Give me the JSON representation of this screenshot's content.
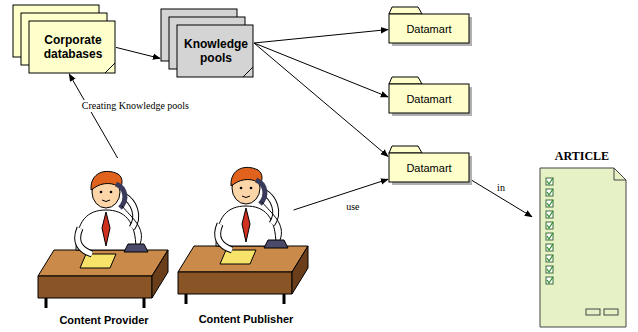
{
  "diagram": {
    "nodes": [
      {
        "text": [
          "Corporate databases"
        ]
      },
      {
        "text": [
          "Knowledge pools"
        ]
      },
      {
        "text": [
          "Datamart"
        ]
      },
      {
        "text": [
          "Datamart"
        ]
      },
      {
        "text": [
          "Datamart"
        ]
      },
      {
        "text": [
          "ARTICLE"
        ]
      },
      {
        "text": [
          "Content Provider"
        ]
      },
      {
        "text": [
          "Content Publisher"
        ]
      }
    ],
    "edges": [
      {
        "from": 0,
        "to": 1,
        "arrow": "to"
      },
      {
        "from": 1,
        "to": 2,
        "arrow": "to"
      },
      {
        "from": 1,
        "to": 3,
        "arrow": "to"
      },
      {
        "from": 1,
        "to": 4,
        "arrow": "to"
      },
      {
        "from": 6,
        "to": 0,
        "label": "Creating Knowledge pools",
        "arrow": "to"
      },
      {
        "from": 7,
        "to": 4,
        "label": "use",
        "arrow": "to"
      },
      {
        "from": 4,
        "to": 5,
        "label": "in",
        "arrow": "to"
      }
    ]
  }
}
